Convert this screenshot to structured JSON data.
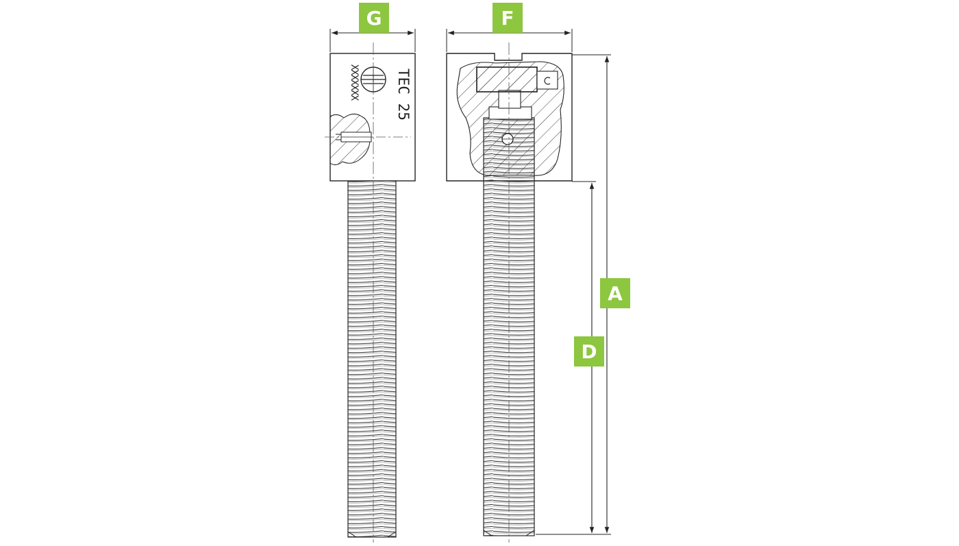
{
  "labels": {
    "g": "G",
    "f": "F",
    "a": "A",
    "d": "D"
  },
  "engraving": {
    "model": "TEC 25",
    "serial": "XXXXXXX"
  },
  "colors": {
    "label_background": "#8dc63f",
    "label_text": "#ffffff",
    "line": "#222222",
    "fill": "#ffffff"
  }
}
